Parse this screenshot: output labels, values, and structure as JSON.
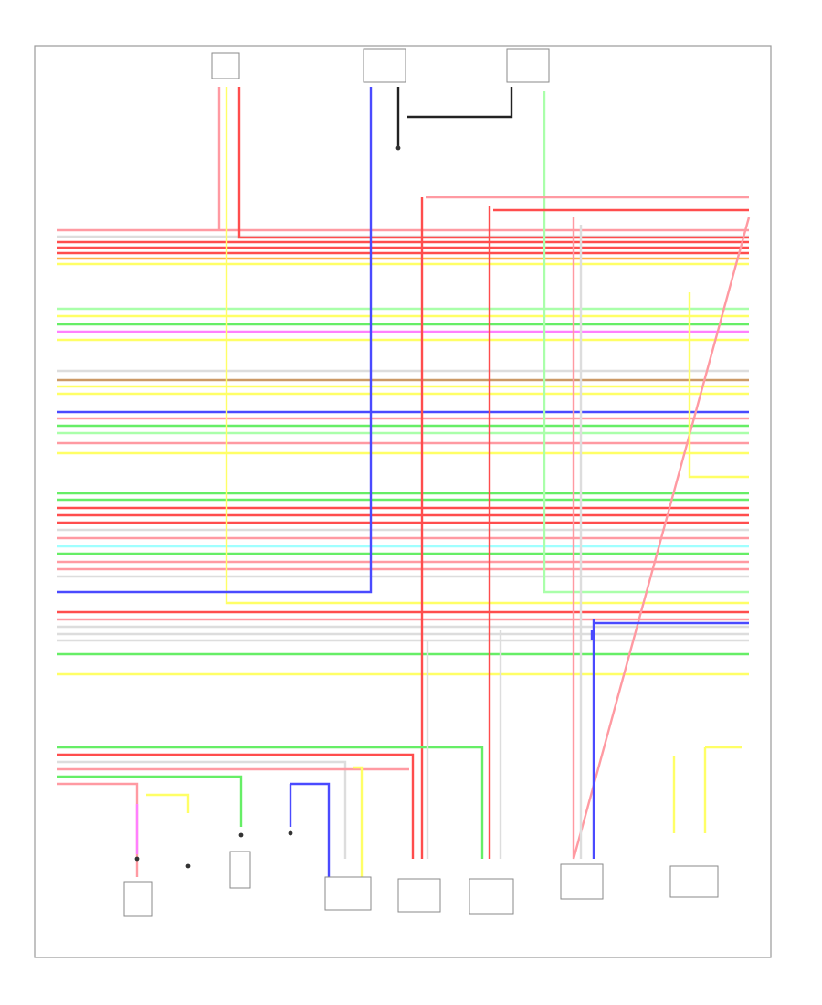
{
  "diagram_code": "",
  "components": [
    {
      "id": "c1",
      "label": ""
    },
    {
      "id": "c2",
      "label": ""
    },
    {
      "id": "c3",
      "label": ""
    },
    {
      "id": "c4",
      "label": ""
    },
    {
      "id": "c5",
      "label": ""
    },
    {
      "id": "c6",
      "label": ""
    },
    {
      "id": "c7",
      "label": ""
    },
    {
      "id": "c8",
      "label": ""
    },
    {
      "id": "c9",
      "label": ""
    },
    {
      "id": "c10",
      "label": ""
    },
    {
      "id": "c11",
      "label": ""
    },
    {
      "id": "c12",
      "label": ""
    },
    {
      "id": "c13",
      "label": ""
    },
    {
      "id": "c14",
      "label": ""
    },
    {
      "id": "c15",
      "label": ""
    }
  ],
  "wire_colors": {
    "red": "#ff4d4d",
    "pink": "#ff9aa2",
    "yellow": "#ffff66",
    "green": "#66ee66",
    "lightgreen": "#aaffaa",
    "blue": "#4a4aff",
    "orange": "#ffb347",
    "gray": "#dddddd",
    "violet": "#ff80ff",
    "cyan": "#a0ffff",
    "brown": "#cc9966",
    "black": "#222222"
  },
  "bus_wires": [
    "pink",
    "gray",
    "red",
    "red",
    "red",
    "orange",
    "yellow",
    "lightgreen",
    "yellow",
    "green",
    "violet",
    "yellow",
    "gray",
    "brown",
    "yellow",
    "yellow",
    "blue",
    "pink",
    "green",
    "lightgreen",
    "pink",
    "yellow",
    "green",
    "green",
    "red",
    "red",
    "red",
    "gray",
    "pink",
    "cyan",
    "green",
    "pink",
    "pink",
    "gray",
    "red",
    "pink",
    "gray",
    "gray",
    "gray",
    "green",
    "yellow"
  ]
}
